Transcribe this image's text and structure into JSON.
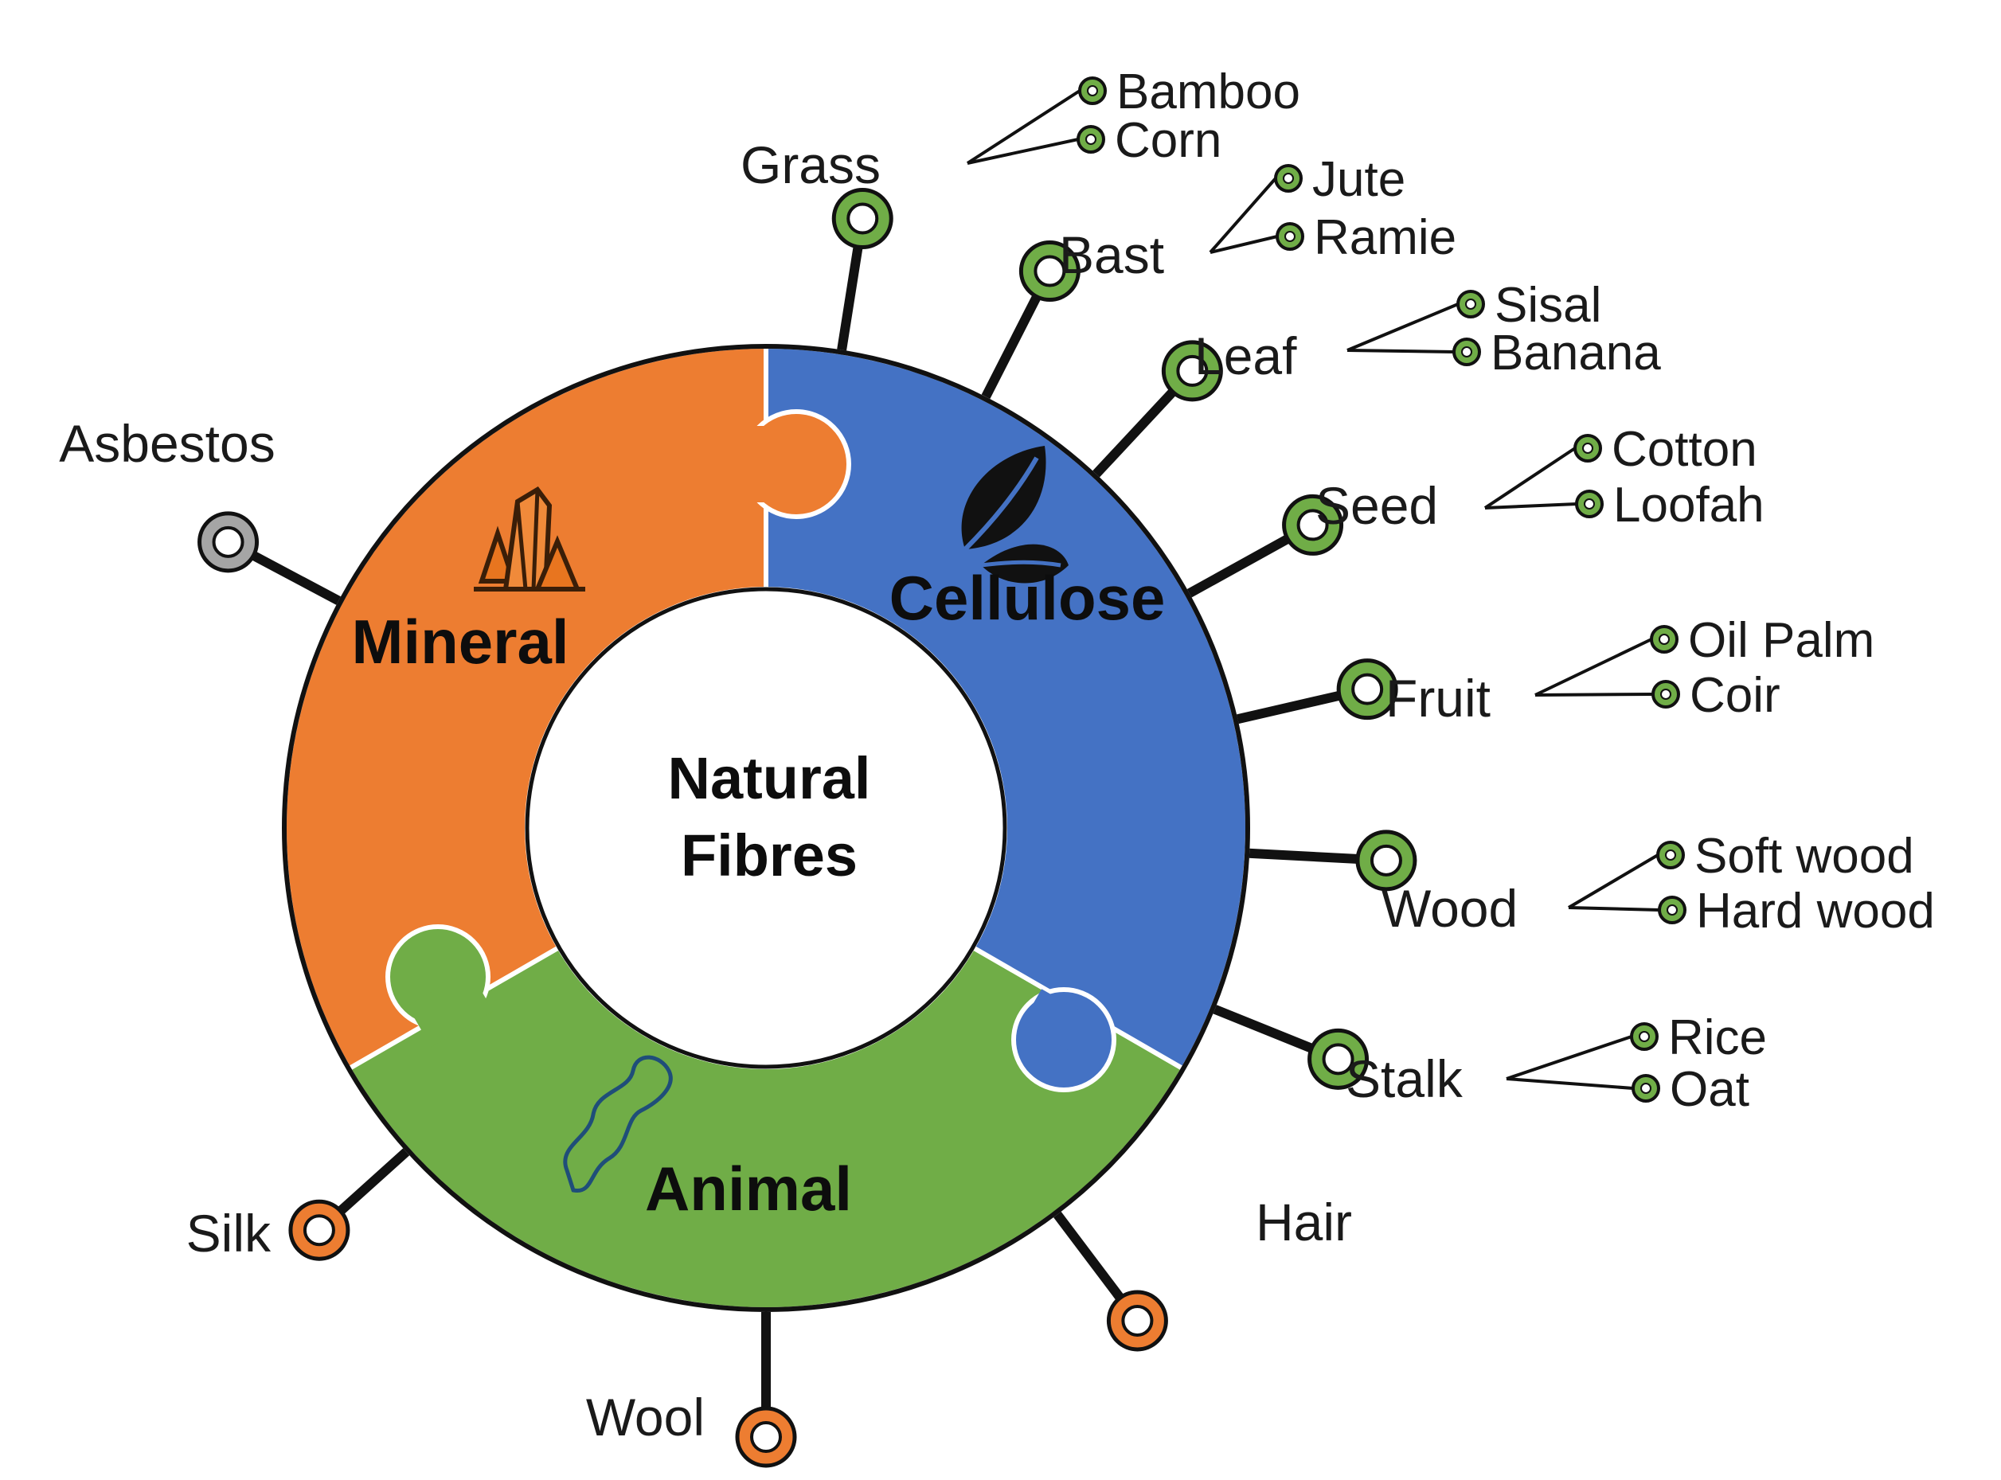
{
  "title": {
    "line1": "Natural",
    "line2": "Fibres"
  },
  "colors": {
    "mineral": "#ed7d31",
    "cellulose": "#4472c4",
    "animal": "#70ad47",
    "asbestos": "#a5a5a5",
    "outline": "#111111"
  },
  "segments": {
    "mineral": "Mineral",
    "cellulose": "Cellulose",
    "animal": "Animal"
  },
  "icons": {
    "mineral": "crystal-icon",
    "cellulose": "leaf-icon",
    "animal": "silkworm-icon"
  },
  "branches": {
    "asbestos": "Asbestos",
    "silk": "Silk",
    "wool": "Wool",
    "hair": "Hair",
    "grass": "Grass",
    "bast": "Bast",
    "leaf": "Leaf",
    "seed": "Seed",
    "fruit": "Fruit",
    "wood": "Wood",
    "stalk": "Stalk"
  },
  "subtypes": {
    "grass": [
      "Bamboo",
      "Corn"
    ],
    "bast": [
      "Jute",
      "Ramie"
    ],
    "leaf": [
      "Sisal",
      "Banana"
    ],
    "seed": [
      "Cotton",
      "Loofah"
    ],
    "fruit": [
      "Oil Palm",
      "Coir"
    ],
    "wood": [
      "Soft wood",
      "Hard wood"
    ],
    "stalk": [
      "Rice",
      "Oat"
    ]
  }
}
